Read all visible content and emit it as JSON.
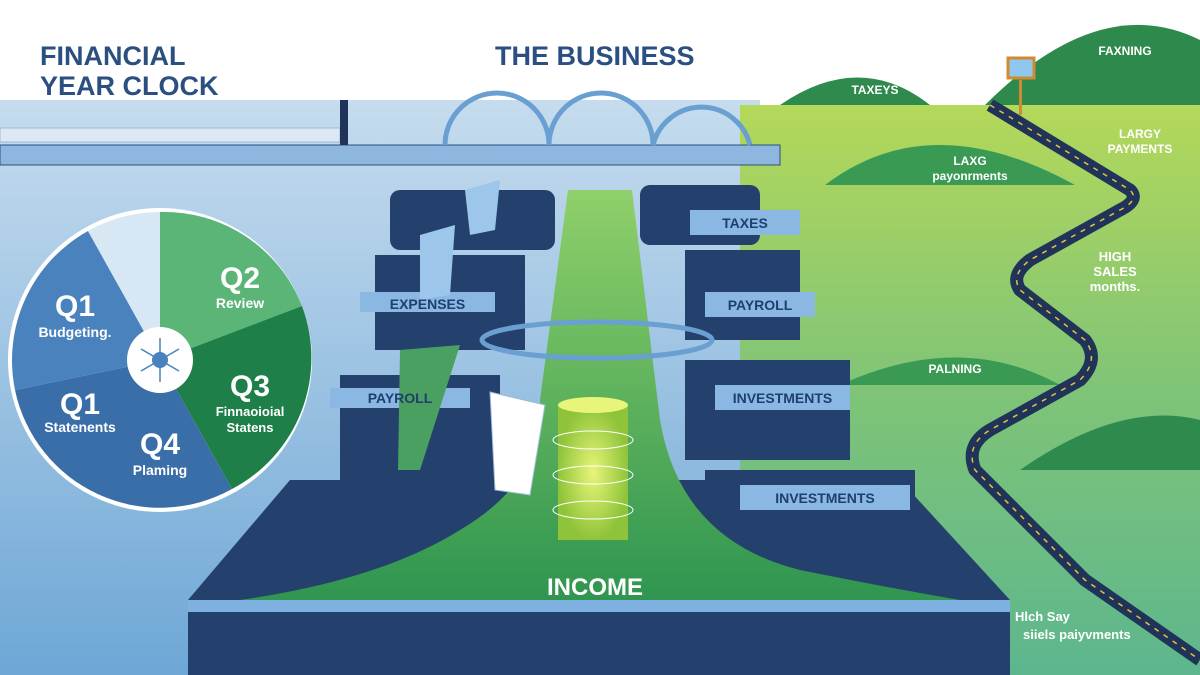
{
  "header": {
    "left_title_line1": "FINANCIAL",
    "left_title_line2": "YEAR CLOCK",
    "center_title": "THE BUSINESS"
  },
  "clock": {
    "segments": [
      {
        "quarter": "Q1",
        "label": "Budgeting."
      },
      {
        "quarter": "Q2",
        "label": "Review"
      },
      {
        "quarter": "Q3",
        "label_line1": "Finnaoioial",
        "label_line2": "Statens"
      },
      {
        "quarter": "Q4",
        "label": "Plaming"
      },
      {
        "quarter": "Q1",
        "label": "Statenents"
      }
    ]
  },
  "business": {
    "left_tiers": [
      "EXPENSES",
      "PAYROLL"
    ],
    "right_tiers": [
      "TAXES",
      "PAYROLL",
      "INVESTMENTS",
      "INVESTMENTS"
    ],
    "center": "INCOME"
  },
  "landscape": {
    "hills": [
      "TAXEYS",
      "FAXNING",
      "PALNING"
    ],
    "mid_hill_line1": "LAXG",
    "mid_hill_line2": "payonrments",
    "largy_line1": "LARGY",
    "largy_line2": "PAYMENTS",
    "high_line1": "HIGH",
    "high_line2": "SALES",
    "high_line3": "months.",
    "bottom_line1": "Hlch Say",
    "bottom_line2": "siiels paiyvments"
  }
}
